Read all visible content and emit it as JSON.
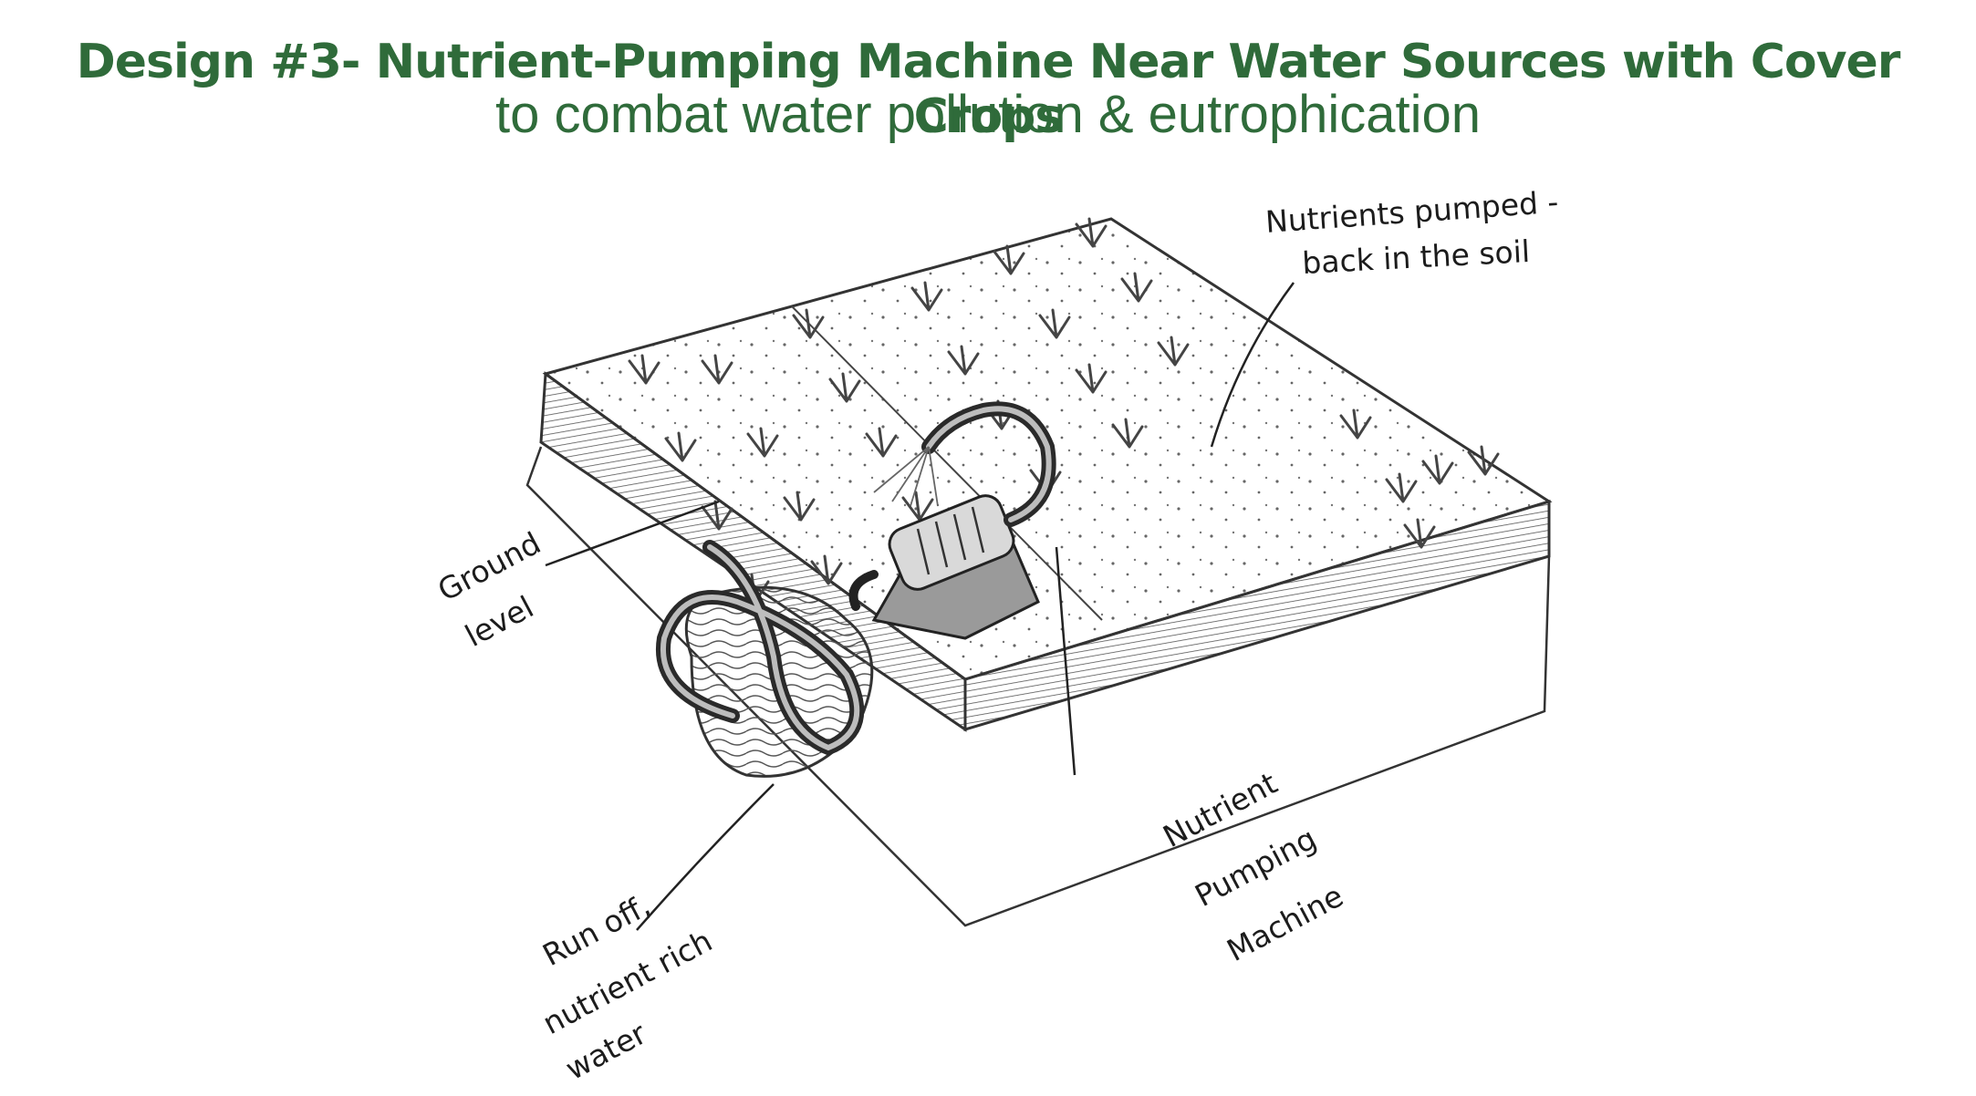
{
  "header": {
    "title": "Design #3- Nutrient-Pumping Machine Near Water Sources with Cover Crops",
    "subtitle": "to combat water pollution & eutrophication"
  },
  "annotations": {
    "nutrients_pumped_line1": "Nutrients pumped -",
    "nutrients_pumped_line2": "back in the soil",
    "ground_level_line1": "Ground",
    "ground_level_line2": "level",
    "machine_line1": "Nutrient",
    "machine_line2": "Pumping",
    "machine_line3": "Machine",
    "runoff_line1": "Run off,",
    "runoff_line2": "nutrient rich",
    "runoff_line3": "water"
  },
  "colors": {
    "title": "#2f6b3a",
    "pencil": "#3a3a3a"
  }
}
